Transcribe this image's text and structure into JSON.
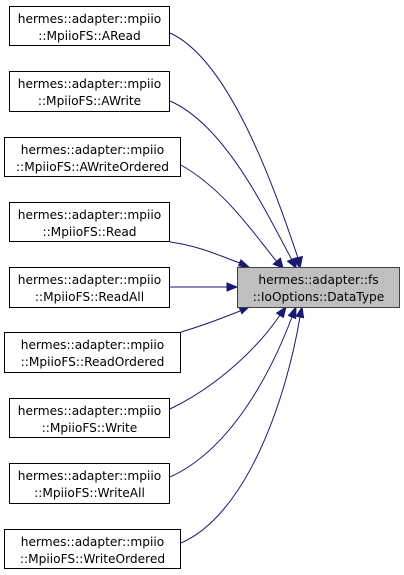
{
  "target": {
    "line1": "hermes::adapter::fs",
    "line2": "::IoOptions::DataType"
  },
  "callers": [
    {
      "line1": "hermes::adapter::mpiio",
      "line2": "::MpiioFS::ARead"
    },
    {
      "line1": "hermes::adapter::mpiio",
      "line2": "::MpiioFS::AWrite"
    },
    {
      "line1": "hermes::adapter::mpiio",
      "line2": "::MpiioFS::AWriteOrdered"
    },
    {
      "line1": "hermes::adapter::mpiio",
      "line2": "::MpiioFS::Read"
    },
    {
      "line1": "hermes::adapter::mpiio",
      "line2": "::MpiioFS::ReadAll"
    },
    {
      "line1": "hermes::adapter::mpiio",
      "line2": "::MpiioFS::ReadOrdered"
    },
    {
      "line1": "hermes::adapter::mpiio",
      "line2": "::MpiioFS::Write"
    },
    {
      "line1": "hermes::adapter::mpiio",
      "line2": "::MpiioFS::WriteAll"
    },
    {
      "line1": "hermes::adapter::mpiio",
      "line2": "::MpiioFS::WriteOrdered"
    }
  ],
  "edge_color": "#191970"
}
